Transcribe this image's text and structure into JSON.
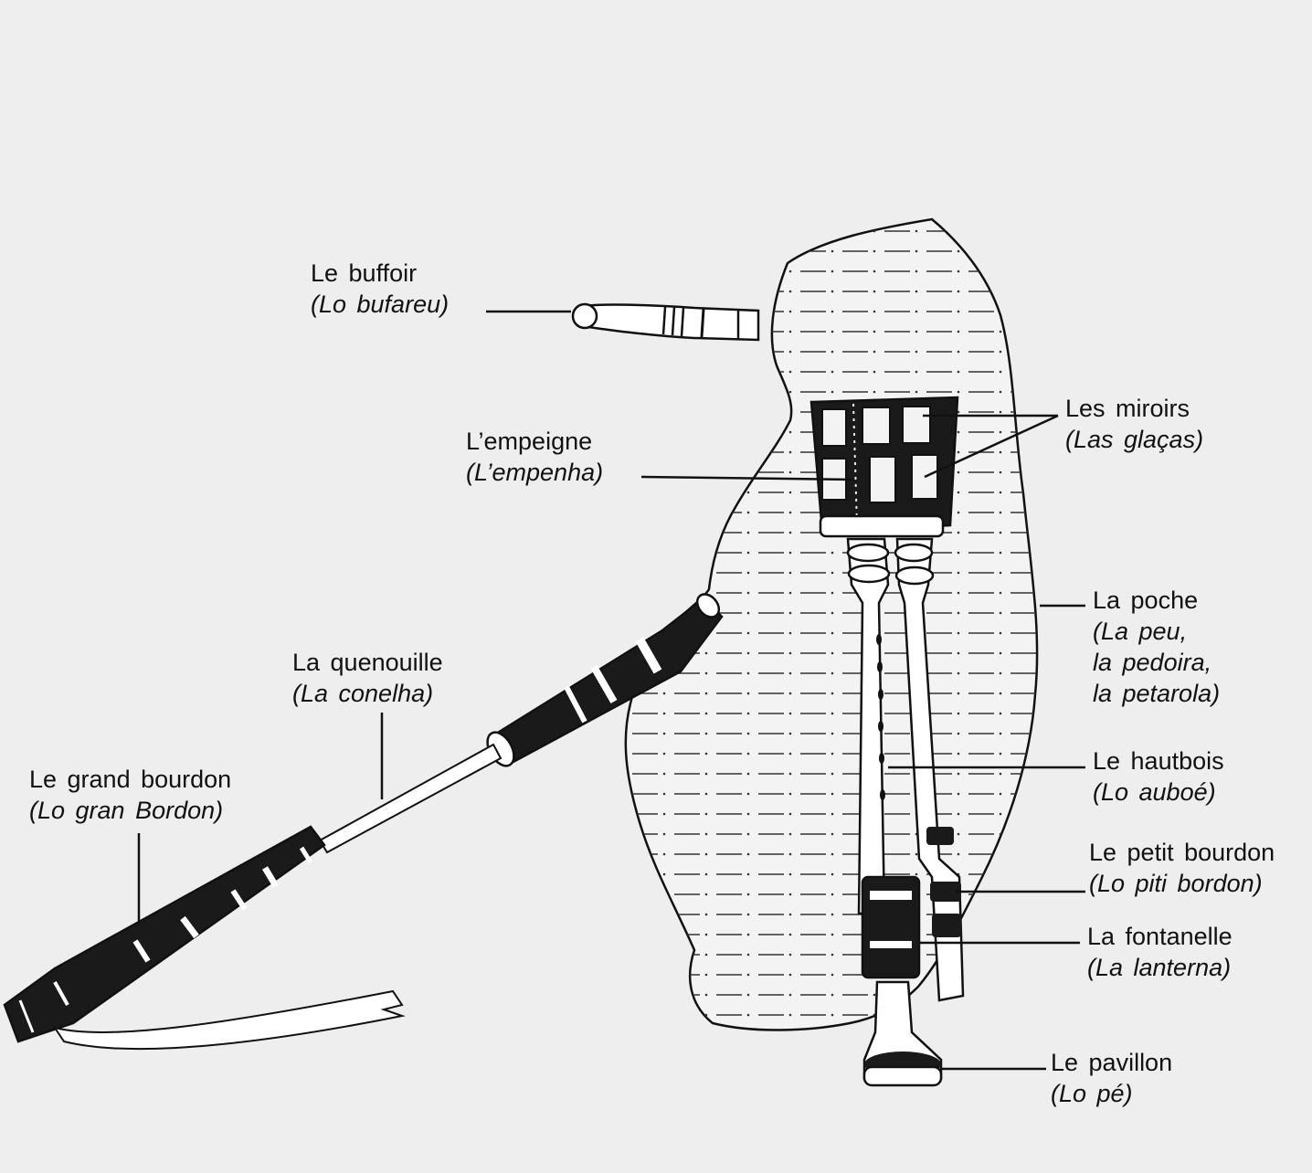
{
  "colors": {
    "background": "#eeeeee",
    "ink": "#111111",
    "bag": "#f3f3f3"
  },
  "labels": {
    "buffoir": {
      "fr": "Le buffoir",
      "oc": "(Lo bufareu)"
    },
    "empeigne": {
      "fr": "L’empeigne",
      "oc": "(L’empenha)"
    },
    "miroirs": {
      "fr": "Les miroirs",
      "oc": "(Las glaças)"
    },
    "poche": {
      "fr": "La poche",
      "oc": [
        "(La peu,",
        "la pedoira,",
        "la petarola)"
      ]
    },
    "quenouille": {
      "fr": "La quenouille",
      "oc": "(La conelha)"
    },
    "grand_bourdon": {
      "fr": "Le grand bourdon",
      "oc": "(Lo gran Bordon)"
    },
    "hautbois": {
      "fr": "Le hautbois",
      "oc": "(Lo auboé)"
    },
    "petit_bourdon": {
      "fr": "Le petit bourdon",
      "oc": "(Lo piti bordon)"
    },
    "fontanelle": {
      "fr": "La fontanelle",
      "oc": "(La lanterna)"
    },
    "pavillon": {
      "fr": "Le pavillon",
      "oc": "(Lo pé)"
    }
  }
}
